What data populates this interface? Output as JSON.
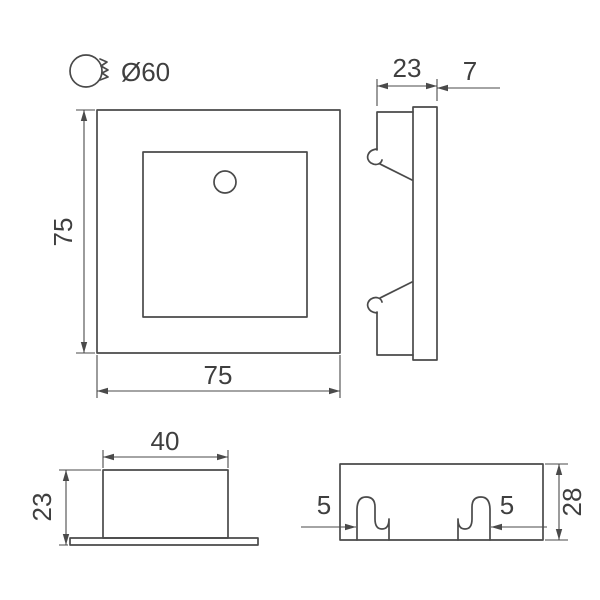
{
  "colors": {
    "line": "#4a4a4a",
    "label": "#3f3f3f",
    "background": "#ffffff"
  },
  "labels": {
    "hole_diameter": "Ø60",
    "front_height": "75",
    "front_width": "75",
    "side_depth": "23",
    "side_front_thickness": "7",
    "box_width": "40",
    "box_height": "23",
    "rear_height": "28",
    "clip_offset_left": "5",
    "clip_offset_right": "5"
  }
}
